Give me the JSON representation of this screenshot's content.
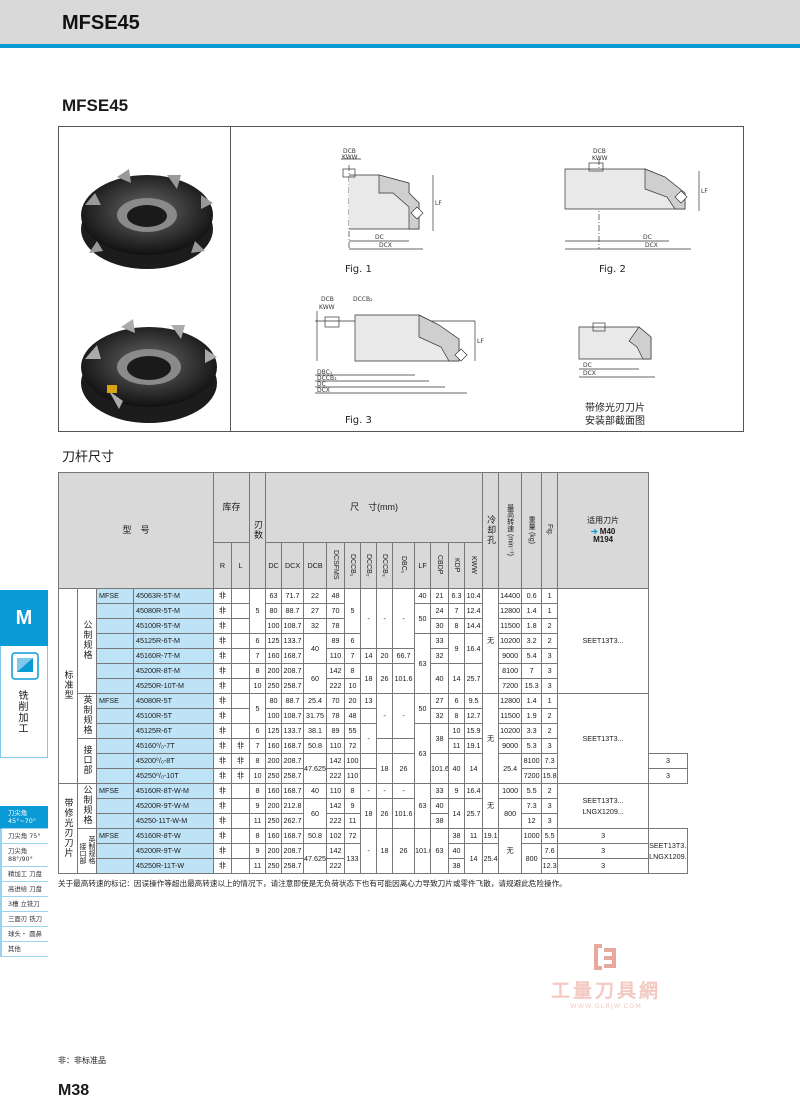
{
  "header": {
    "title": "MFSE45"
  },
  "section_title": "MFSE45",
  "figures": {
    "fig1": "Fig. 1",
    "fig2": "Fig. 2",
    "fig3": "Fig. 3",
    "fig4_line1": "带修光刃刀片",
    "fig4_line2": "安装部截面图",
    "labels": {
      "dcb": "DCB",
      "kww": "KWW",
      "dccb2": "DCCB₂",
      "dc": "DC",
      "dcx": "DCX",
      "lf": "LF",
      "cbdp": "CBDP",
      "kdp": "KDP",
      "dcb1": "DBC₁",
      "dccb3": "DCCB₃",
      "dccb1": "DCCB₁",
      "dcsfms": "DCSFMS"
    }
  },
  "table_title": "刀杆尺寸",
  "table": {
    "headers": {
      "model": "型　号",
      "stock": "库存",
      "stock_r": "R",
      "stock_l": "L",
      "teeth": "刃数",
      "dims": "尺　寸(mm)",
      "cols": [
        "DC",
        "DCX",
        "DCB",
        "DCSFMS",
        "DCCB₁",
        "DCCB₂",
        "DCCB₃",
        "DBC₁",
        "LF",
        "CBDP",
        "KDP",
        "KWW"
      ],
      "coolant": "冷却孔",
      "rpm": "最高转速 (min⁻¹)",
      "weight": "重量 (kg)",
      "fig": "Fig.",
      "inserts": "适用刀片",
      "insert_m40": "M40",
      "insert_m194": "M194"
    },
    "groups": {
      "standard": "标准型",
      "metric": "公制规格",
      "imperial": "英制规格",
      "interface": "接口部",
      "wiper": "带修光刃刀片",
      "wiper_metric": "公制规格",
      "wiper_interface": "接口部",
      "wiper_imperial": "英制规格"
    },
    "prefix": "MFSE",
    "dash": "-",
    "none": "无",
    "rows_metric": [
      {
        "m": "45063R-5T-M",
        "r": "非",
        "z": "",
        "dc": "63",
        "dcx": "71.7",
        "dcb": "22",
        "dcs": "48",
        "c1": "",
        "lf": "40",
        "cb": "21",
        "kd": "6.3",
        "kw": "10.4",
        "rpm": "14400",
        "kg": "0.6",
        "fig": "1"
      },
      {
        "m": "45080R-5T-M",
        "r": "非",
        "z": "5",
        "dc": "80",
        "dcx": "88.7",
        "dcb": "27",
        "dcs": "70",
        "c1": "5",
        "lf": "50",
        "cb": "24",
        "kd": "7",
        "kw": "12.4",
        "rpm": "12800",
        "kg": "1.4",
        "fig": "1"
      },
      {
        "m": "45100R-5T-M",
        "r": "非",
        "z": "",
        "dc": "100",
        "dcx": "108.7",
        "dcb": "32",
        "dcs": "78",
        "c1": "",
        "lf": "",
        "cb": "30",
        "kd": "8",
        "kw": "14.4",
        "rpm": "11500",
        "kg": "1.8",
        "fig": "2"
      },
      {
        "m": "45125R-6T-M",
        "r": "非",
        "z": "6",
        "dc": "125",
        "dcx": "133.7",
        "dcb": "40",
        "dcs": "89",
        "c1": "6",
        "lf": "",
        "cb": "33",
        "kd": "9",
        "kw": "16.4",
        "rpm": "10200",
        "kg": "3.2",
        "fig": "2"
      },
      {
        "m": "45160R-7T-M",
        "r": "非",
        "z": "7",
        "dc": "160",
        "dcx": "168.7",
        "dcb": "",
        "dcs": "110",
        "c1": "7",
        "lf": "63",
        "cb": "32",
        "kd": "",
        "kw": "",
        "rpm": "9000",
        "kg": "5.4",
        "fig": "3"
      },
      {
        "m": "45200R-8T-M",
        "r": "非",
        "z": "8",
        "dc": "200",
        "dcx": "208.7",
        "dcb": "60",
        "dcs": "142",
        "c1": "8",
        "lf": "",
        "cb": "40",
        "kd": "14",
        "kw": "25.7",
        "rpm": "8100",
        "kg": "7",
        "fig": "3"
      },
      {
        "m": "45250R-10T-M",
        "r": "非",
        "z": "10",
        "dc": "250",
        "dcx": "258.7",
        "dcb": "",
        "dcs": "222",
        "c1": "10",
        "lf": "",
        "cb": "",
        "kd": "",
        "kw": "",
        "rpm": "7200",
        "kg": "15.3",
        "fig": "3"
      }
    ],
    "rows_imperial": [
      {
        "m": "45080R-5T",
        "r": "非",
        "l": "",
        "z": "5",
        "dc": "80",
        "dcx": "88.7",
        "dcb": "25.4",
        "dcs": "70",
        "c1": "20",
        "c2": "13",
        "cb": "27",
        "kd": "6",
        "kw": "9.5",
        "rpm": "12800",
        "kg": "1.4",
        "fig": "1"
      },
      {
        "m": "45100R-5T",
        "r": "非",
        "l": "",
        "z": "",
        "dc": "100",
        "dcx": "108.7",
        "dcb": "31.75",
        "dcs": "78",
        "c1": "48",
        "c2": "",
        "cb": "32",
        "kd": "8",
        "kw": "12.7",
        "rpm": "11500",
        "kg": "1.9",
        "fig": "2"
      },
      {
        "m": "45125R-6T",
        "r": "非",
        "l": "",
        "z": "6",
        "dc": "125",
        "dcx": "133.7",
        "dcb": "38.1",
        "dcs": "89",
        "c1": "55",
        "c2": "",
        "cb": "38",
        "kd": "10",
        "kw": "15.9",
        "rpm": "10200",
        "kg": "3.3",
        "fig": "2"
      },
      {
        "m": "45160⁰/₀-7T",
        "r": "非",
        "l": "非",
        "z": "7",
        "dc": "160",
        "dcx": "168.7",
        "dcb": "50.8",
        "dcs": "110",
        "c1": "72",
        "c2": "",
        "cb": "",
        "kd": "11",
        "kw": "19.1",
        "rpm": "9000",
        "kg": "5.3",
        "fig": "3"
      },
      {
        "m": "45200⁰/₀-8T",
        "r": "非",
        "l": "非",
        "z": "8",
        "dc": "200",
        "dcx": "208.7",
        "dcb": "47.625",
        "dcs": "142",
        "c1": "100",
        "c2": "",
        "cb": "40",
        "kd": "14",
        "kw": "25.4",
        "rpm": "8100",
        "kg": "7.3",
        "fig": "3"
      },
      {
        "m": "45250⁰/₀-10T",
        "r": "非",
        "l": "非",
        "z": "10",
        "dc": "250",
        "dcx": "258.7",
        "dcb": "",
        "dcs": "222",
        "c1": "110",
        "c2": "",
        "cb": "",
        "kd": "",
        "kw": "",
        "rpm": "7200",
        "kg": "15.8",
        "fig": "3"
      }
    ],
    "rows_wiper_metric": [
      {
        "m": "45160R-8T-W-M",
        "r": "非",
        "z": "8",
        "dc": "160",
        "dcx": "168.7",
        "dcb": "40",
        "dcs": "110",
        "c1": "8",
        "cb": "33",
        "kd": "9",
        "kw": "16.4",
        "rpm": "1000",
        "kg": "5.5",
        "fig": "2"
      },
      {
        "m": "45200R-9T-W-M",
        "r": "非",
        "z": "9",
        "dc": "200",
        "dcx": "212.8",
        "dcb": "60",
        "dcs": "142",
        "c1": "9",
        "cb": "40",
        "kd": "14",
        "kw": "25.7",
        "rpm": "800",
        "kg": "7.3",
        "fig": "3"
      },
      {
        "m": "45250-11T-W-M",
        "r": "非",
        "z": "11",
        "dc": "250",
        "dcx": "262.7",
        "dcb": "",
        "dcs": "222",
        "c1": "11",
        "cb": "38",
        "kd": "",
        "kw": "",
        "rpm": "",
        "kg": "12",
        "fig": "3"
      }
    ],
    "rows_wiper_imperial": [
      {
        "m": "45160R-8T-W",
        "r": "非",
        "z": "8",
        "dc": "160",
        "dcx": "168.7",
        "dcb": "50.8",
        "dcs": "102",
        "c1": "72",
        "cb": "38",
        "kd": "11",
        "kw": "19.1",
        "rpm": "1000",
        "kg": "5.5",
        "fig": "3"
      },
      {
        "m": "45200R-9T-W",
        "r": "非",
        "z": "9",
        "dc": "200",
        "dcx": "208.7",
        "dcb": "47.625",
        "dcs": "142",
        "c1": "133",
        "cb": "40",
        "kd": "14",
        "kw": "25.4",
        "rpm": "800",
        "kg": "7.6",
        "fig": "3"
      },
      {
        "m": "45250R-11T-W",
        "r": "非",
        "z": "11",
        "dc": "250",
        "dcx": "258.7",
        "dcb": "",
        "dcs": "222",
        "c1": "",
        "cb": "38",
        "kd": "",
        "kw": "",
        "rpm": "",
        "kg": "12.3",
        "fig": "3"
      }
    ],
    "shared": {
      "dccb_metric_18": "18",
      "dccb_metric_26": "26",
      "dbc_metric_101": "101.6",
      "dccb_66": "14",
      "dccb_20": "20",
      "dbc_667": "66.7",
      "lf_40": "40",
      "lf_50": "50",
      "lf_63": "63",
      "cb_40": "40",
      "kd_14": "14",
      "kw_257": "25.7",
      "kw_254": "25.4",
      "insert_seet": "SEET13T3...",
      "insert_lngx": "LNGX1209..."
    }
  },
  "note": "关于最高转速的标记：因误操作等超出最高转速以上的情况下，请注意即使是无负荷状态下也有可能因离心力导致刀片或零件飞散，请规避此危险操作。",
  "footer_note": "非：非标准品",
  "page_number": "M38",
  "sidebar": {
    "letter": "M",
    "label": "铣削加工",
    "items": [
      "刀尖角 45°~70°",
      "刀尖角 75°",
      "刀尖角 88°/90°",
      "精加工 刀盘",
      "高进给 刀盘",
      "3槽 立铣刀",
      "三面刃 铣刀",
      "球头・ 圆鼻",
      "其他"
    ]
  },
  "watermark": {
    "text": "工量刀具網",
    "url": "WWW.GLRJW.COM"
  },
  "colors": {
    "accent": "#0a9ad6",
    "model_bg": "#bfe3f6",
    "header_bg": "#d9d9d9"
  }
}
